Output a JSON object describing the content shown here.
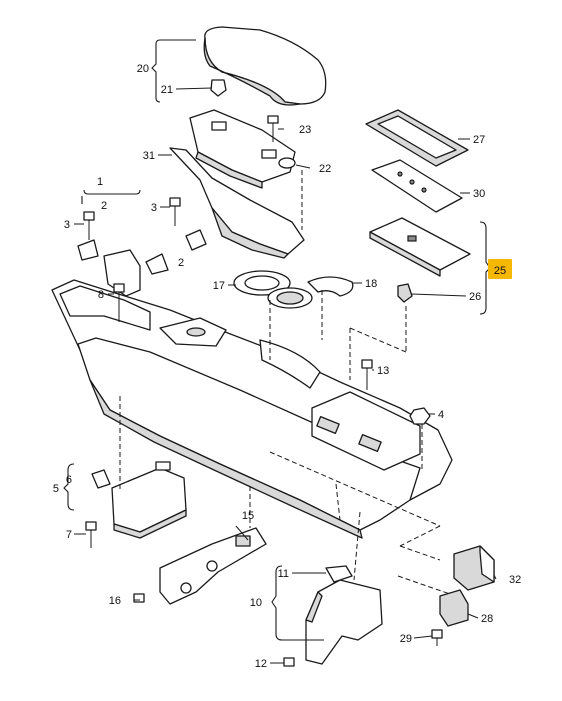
{
  "diagram": {
    "highlight_color": "#f5b700",
    "callouts": [
      {
        "id": "c1",
        "text": "1"
      },
      {
        "id": "c2a",
        "text": "2"
      },
      {
        "id": "c2b",
        "text": "2"
      },
      {
        "id": "c3a",
        "text": "3"
      },
      {
        "id": "c3b",
        "text": "3"
      },
      {
        "id": "c4",
        "text": "4"
      },
      {
        "id": "c5",
        "text": "5"
      },
      {
        "id": "c6",
        "text": "6"
      },
      {
        "id": "c7",
        "text": "7"
      },
      {
        "id": "c8",
        "text": "8"
      },
      {
        "id": "c10",
        "text": "10"
      },
      {
        "id": "c11",
        "text": "11"
      },
      {
        "id": "c12",
        "text": "12"
      },
      {
        "id": "c13",
        "text": "13"
      },
      {
        "id": "c15",
        "text": "15"
      },
      {
        "id": "c16",
        "text": "16"
      },
      {
        "id": "c17",
        "text": "17"
      },
      {
        "id": "c18",
        "text": "18"
      },
      {
        "id": "c20",
        "text": "20"
      },
      {
        "id": "c21",
        "text": "21"
      },
      {
        "id": "c22",
        "text": "22"
      },
      {
        "id": "c23",
        "text": "23"
      },
      {
        "id": "c25",
        "text": "25"
      },
      {
        "id": "c26",
        "text": "26"
      },
      {
        "id": "c27",
        "text": "27"
      },
      {
        "id": "c28",
        "text": "28"
      },
      {
        "id": "c29",
        "text": "29"
      },
      {
        "id": "c30",
        "text": "30"
      },
      {
        "id": "c31",
        "text": "31"
      },
      {
        "id": "c32",
        "text": "32"
      }
    ]
  }
}
